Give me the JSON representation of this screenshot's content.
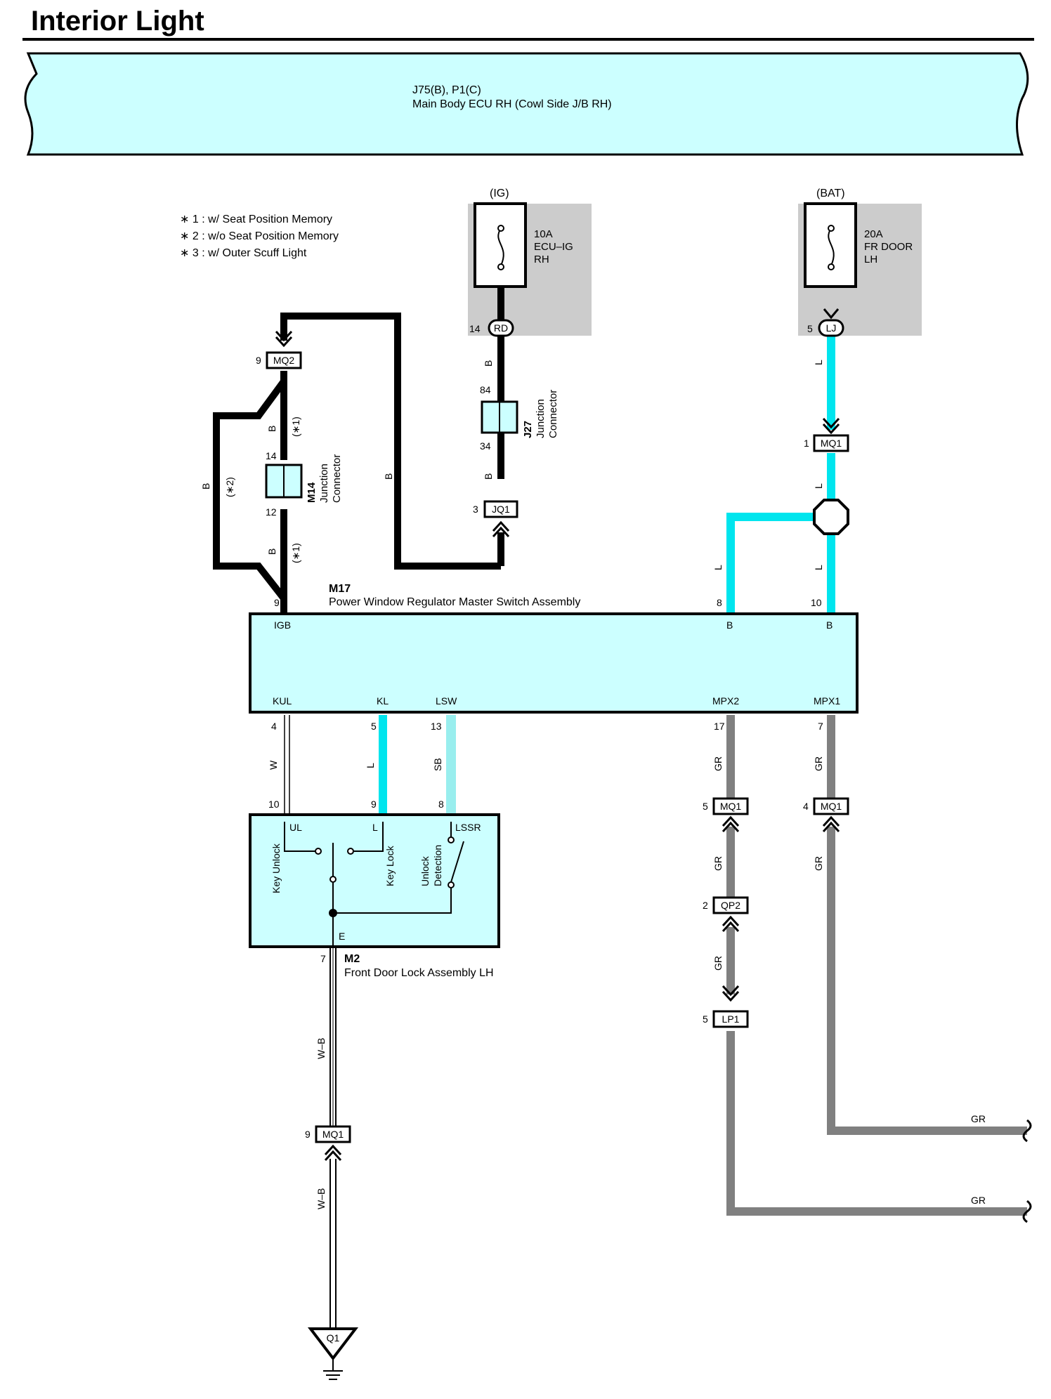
{
  "title": "Interior Light",
  "ecu": {
    "ref": "J75(B), P1(C)",
    "name": "Main Body ECU RH (Cowl Side J/B RH)"
  },
  "notes": [
    "∗ 1 : w/ Seat Position Memory",
    "∗ 2 : w/o Seat Position Memory",
    "∗ 3 : w/ Outer Scuff Light"
  ],
  "fuses": [
    {
      "source": "(IG)",
      "rating": "10A",
      "name1": "ECU–IG",
      "name2": "RH",
      "pin": "14",
      "connector": "RD"
    },
    {
      "source": "(BAT)",
      "rating": "20A",
      "name1": "FR DOOR",
      "name2": "LH",
      "pin": "5",
      "connector": "LJ"
    }
  ],
  "j27": {
    "id": "J27",
    "name1": "Junction",
    "name2": "Connector",
    "pin_top": "84",
    "pin_bottom": "34"
  },
  "m14": {
    "id": "M14",
    "name1": "Junction",
    "name2": "Connector",
    "pin_top": "14",
    "pin_bottom": "12"
  },
  "m17": {
    "id": "M17",
    "name": "Power Window Regulator Master Switch Assembly",
    "top_pins": [
      {
        "pin": "9",
        "label": "IGB"
      },
      {
        "pin": "8",
        "label": "B"
      },
      {
        "pin": "10",
        "label": "B"
      }
    ],
    "bottom_pins": [
      {
        "pin": "4",
        "label": "KUL"
      },
      {
        "pin": "5",
        "label": "KL"
      },
      {
        "pin": "13",
        "label": "LSW"
      },
      {
        "pin": "17",
        "label": "MPX2"
      },
      {
        "pin": "7",
        "label": "MPX1"
      }
    ]
  },
  "m2": {
    "id": "M2",
    "name": "Front Door Lock Assembly LH",
    "pins": [
      {
        "pin": "10",
        "label": "UL"
      },
      {
        "pin": "9",
        "label": "L"
      },
      {
        "pin": "8",
        "label": "LSSR"
      }
    ],
    "ground_pin": "7",
    "ground_label": "E",
    "switch_labels": [
      "Key Unlock",
      "Key Lock",
      "Unlock",
      "Detection"
    ]
  },
  "inline_connectors": [
    {
      "pin": "9",
      "name": "MQ2"
    },
    {
      "pin": "3",
      "name": "JQ1"
    },
    {
      "pin": "1",
      "name": "MQ1"
    },
    {
      "pin": "5",
      "name": "MQ1"
    },
    {
      "pin": "4",
      "name": "MQ1"
    },
    {
      "pin": "2",
      "name": "QP2"
    },
    {
      "pin": "5",
      "name": "LP1"
    },
    {
      "pin": "9",
      "name": "MQ1"
    }
  ],
  "ground": {
    "name": "Q1"
  },
  "wire_colors": {
    "B": "B",
    "L": "L",
    "W": "W",
    "SB": "SB",
    "GR": "GR",
    "WB": "W–B"
  },
  "branch_notes": {
    "n1": "(∗1)",
    "n2": "(∗2)"
  },
  "colors": {
    "ecu_fill": "#ccffff",
    "fuse_box": "#cccccc",
    "wire_L": "#00e5ee",
    "wire_SB": "#99eeee",
    "wire_GR": "#808080",
    "wire_B": "#000000"
  }
}
